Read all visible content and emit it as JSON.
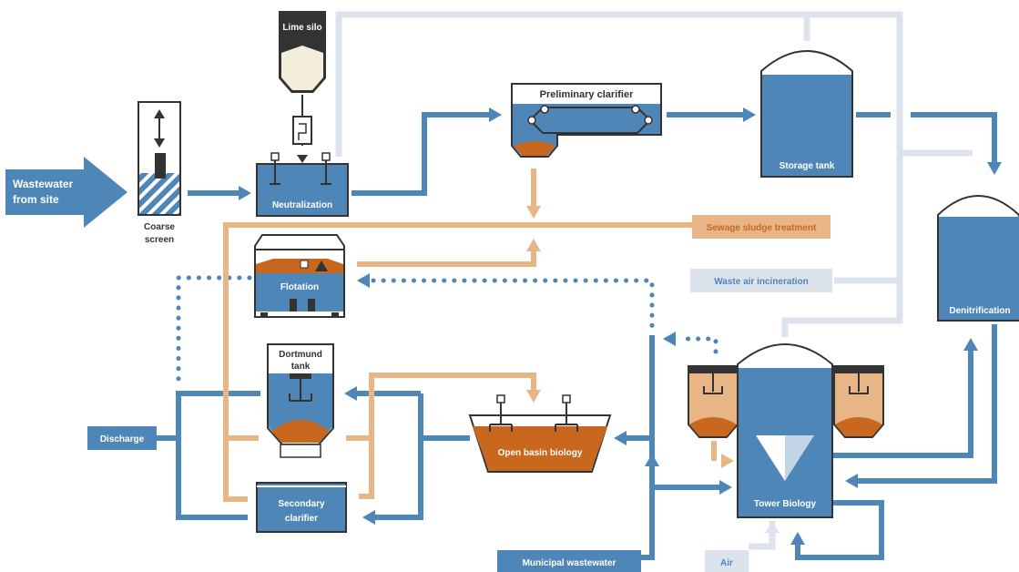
{
  "nodes": {
    "wastewater_from_site": [
      "Wastewater",
      "from site"
    ],
    "coarse_screen": [
      "Coarse",
      "screen"
    ],
    "lime_silo": "Lime silo",
    "neutralization": "Neutralization",
    "preliminary_clarifier": "Preliminary clarifier",
    "storage_tank": "Storage tank",
    "denitrification": "Denitrification",
    "sewage_sludge_treatment": "Sewage sludge treatment",
    "waste_air_incineration": "Waste air incineration",
    "flotation": "Flotation",
    "dortmund_tank": [
      "Dortmund",
      "tank"
    ],
    "open_basin_biology": "Open basin biology",
    "tower_biology": "Tower Biology",
    "discharge": "Discharge",
    "secondary_clarifier": [
      "Secondary",
      "clarifier"
    ],
    "municipal_wastewater": "Municipal wastewater",
    "air": "Air"
  },
  "colors": {
    "water_blue": "#4f86b8",
    "sludge_orange": "#c8681f",
    "light_orange": "#e8b587",
    "air_gray": "#dde3ec",
    "dark": "#333333"
  }
}
